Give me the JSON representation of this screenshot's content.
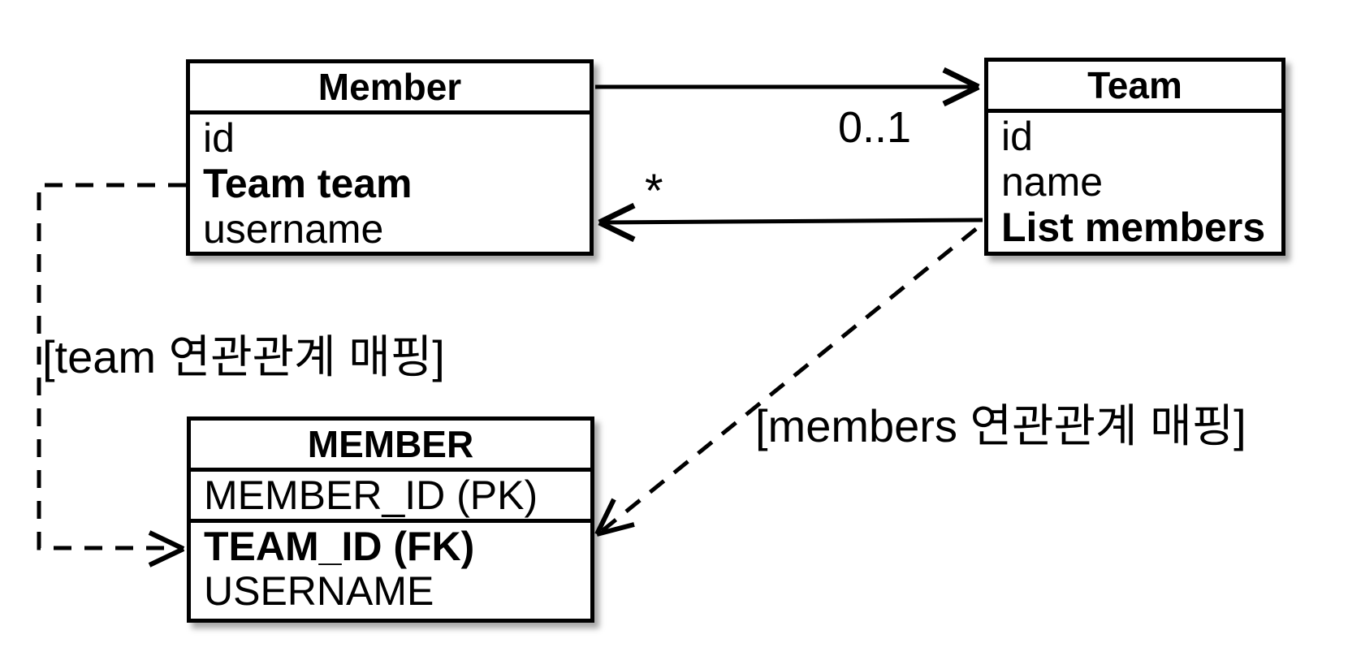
{
  "diagram": {
    "kind": "uml-class-to-table-mapping"
  },
  "entities": {
    "member_class": {
      "title": "Member",
      "fields": [
        {
          "text": "id"
        },
        {
          "text": "Team team"
        },
        {
          "text": "username"
        }
      ]
    },
    "team_class": {
      "title": "Team",
      "fields": [
        {
          "text": "id"
        },
        {
          "text": "name"
        },
        {
          "text": "List members"
        }
      ]
    },
    "member_table": {
      "title": "MEMBER",
      "pk_field": {
        "text": "MEMBER_ID (PK)"
      },
      "fields": [
        {
          "text": "TEAM_ID (FK)"
        },
        {
          "text": "USERNAME"
        }
      ]
    }
  },
  "associations": {
    "member_to_team_multiplicity": "0..1",
    "team_to_member_multiplicity": "*",
    "team_mapping_label": "[team 연관관계 매핑]",
    "members_mapping_label": "[members 연관관계 매핑]"
  },
  "colors": {
    "line": "#000000",
    "box_fill": "#ffffff",
    "background": "#ffffff"
  }
}
